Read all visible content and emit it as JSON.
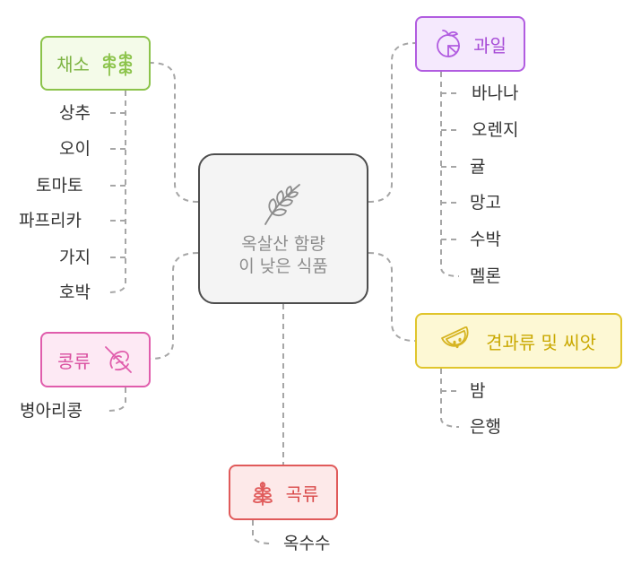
{
  "center": {
    "line1": "옥살산 함량",
    "line2": "이 낮은 식품",
    "icon": "wheat-icon"
  },
  "categories": {
    "vegetables": {
      "label": "채소",
      "icon": "sprout-icon",
      "color": "#8bc34a",
      "fill": "#f4fbe9",
      "items": [
        "상추",
        "오이",
        "토마토",
        "파프리카",
        "가지",
        "호박"
      ]
    },
    "legumes": {
      "label": "콩류",
      "icon": "no-bean-icon",
      "color": "#e05dac",
      "fill": "#fde9f4",
      "items": [
        "병아리콩"
      ]
    },
    "grains": {
      "label": "곡류",
      "icon": "grain-icon",
      "color": "#e05a5a",
      "fill": "#fde9e9",
      "items": [
        "옥수수"
      ]
    },
    "fruits": {
      "label": "과일",
      "icon": "citrus-icon",
      "color": "#b15ce0",
      "fill": "#f5e9fd",
      "items": [
        "바나나",
        "오렌지",
        "귤",
        "망고",
        "수박",
        "멜론"
      ]
    },
    "nuts_seeds": {
      "label": "견과류 및 씨앗",
      "icon": "watermelon-icon",
      "color": "#e0c52c",
      "fill": "#fdf8d4",
      "items": [
        "밤",
        "은행"
      ]
    }
  }
}
